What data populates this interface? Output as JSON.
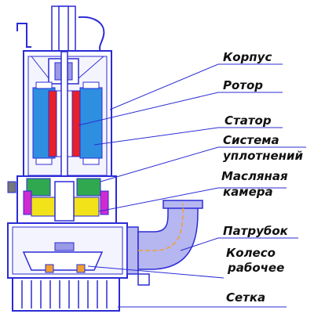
{
  "labels": {
    "korpus": "Корпус",
    "rotor": "Ротор",
    "stator": "Статор",
    "sistema_line1": "Система",
    "sistema_line2": "уплотнений",
    "maslyanaya_line1": "Масляная",
    "maslyanaya_line2": "камера",
    "patrubok": "Патрубок",
    "koleso_line1": "Колесо",
    "koleso_line2": "рабочее",
    "setka": "Сетка"
  },
  "colors": {
    "outline": "#2b2bd6",
    "stator": "#2e8fe0",
    "rotor": "#e8202a",
    "seal": "#2fa84f",
    "oil": "#f2e21a",
    "magenta": "#d12ad1",
    "pipe_fill": "#b6b6f0",
    "pipe_center": "#f0a030",
    "leader": "#2b2bd6"
  }
}
